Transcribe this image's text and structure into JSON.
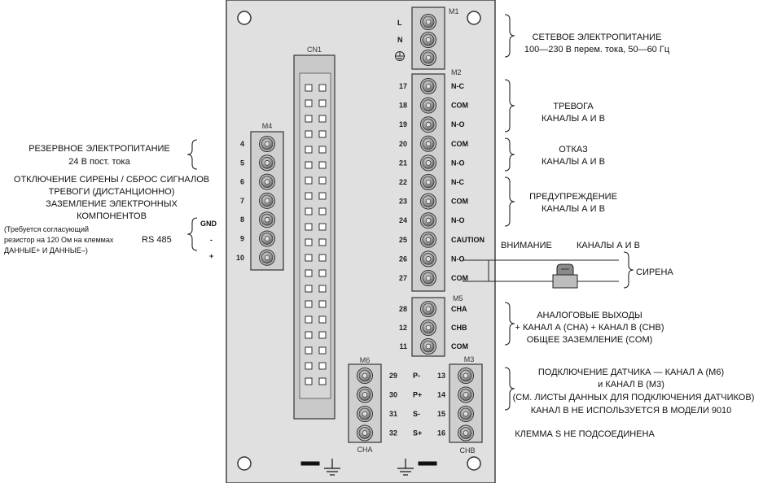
{
  "board": {
    "connectors": {
      "m1": "M1",
      "m2": "M2",
      "m3": "M3",
      "m4": "M4",
      "m5": "M5",
      "m6": "M6",
      "cn1": "CN1",
      "cha": "CHA",
      "chb": "CHB"
    },
    "m1_terminals": [
      "L",
      "N"
    ],
    "m2_terminals": [
      {
        "num": "17",
        "label": "N-C"
      },
      {
        "num": "18",
        "label": "COM"
      },
      {
        "num": "19",
        "label": "N-O"
      },
      {
        "num": "20",
        "label": "COM"
      },
      {
        "num": "21",
        "label": "N-O"
      },
      {
        "num": "22",
        "label": "N-C"
      },
      {
        "num": "23",
        "label": "COM"
      },
      {
        "num": "24",
        "label": "N-O"
      },
      {
        "num": "25",
        "label": "CAUTION"
      },
      {
        "num": "26",
        "label": "N-O"
      },
      {
        "num": "27",
        "label": "COM"
      }
    ],
    "m5_terminals": [
      {
        "num": "28",
        "label": "CHA"
      },
      {
        "num": "12",
        "label": "CHB"
      },
      {
        "num": "11",
        "label": "COM"
      }
    ],
    "m4_numbers": [
      "4",
      "5",
      "6",
      "7",
      "8",
      "9",
      "10"
    ],
    "m4_side_labels": {
      "gnd": "GND",
      "minus": "-",
      "plus": "+"
    },
    "m6_terminals": [
      {
        "num": "29",
        "label": "P-",
        "num_b": "13"
      },
      {
        "num": "30",
        "label": "P+",
        "num_b": "14"
      },
      {
        "num": "31",
        "label": "S-",
        "num_b": "15"
      },
      {
        "num": "32",
        "label": "S+",
        "num_b": "16"
      }
    ]
  },
  "annotations": {
    "power": [
      "СЕТЕВОЕ ЭЛЕКТРОПИТАНИЕ",
      "100—230 В перем. тока, 50—60 Гц"
    ],
    "alarm": [
      "ТРЕВОГА",
      "КАНАЛЫ А И В"
    ],
    "fault": [
      "ОТКАЗ",
      "КАНАЛЫ А И В"
    ],
    "warning": [
      "ПРЕДУПРЕЖДЕНИЕ",
      "КАНАЛЫ А И В"
    ],
    "caution": [
      "ВНИМАНИЕ",
      "КАНАЛЫ А И В"
    ],
    "siren": "СИРЕНА",
    "analog": [
      "АНАЛОГОВЫЕ ВЫХОДЫ",
      "+ КАНАЛ А (CHA) + КАНАЛ В (CHB)",
      "ОБЩЕЕ ЗАЗЕМЛЕНИЕ (COM)"
    ],
    "sensor": [
      "ПОДКЛЮЧЕНИЕ ДАТЧИКА — КАНАЛ А (М6)",
      "и КАНАЛ В (М3)",
      "(СМ. ЛИСТЫ ДАННЫХ ДЛЯ ПОДКЛЮЧЕНИЯ ДАТЧИКОВ)",
      "КАНАЛ В НЕ ИСПОЛЬЗУЕТСЯ В МОДЕЛИ 9010"
    ],
    "s_terminal": "КЛЕММА S НЕ ПОДСОЕДИНЕНА",
    "backup": [
      "РЕЗЕРВНОЕ ЭЛЕКТРОПИТАНИЕ",
      "24 В пост. тока"
    ],
    "silence": [
      "ОТКЛЮЧЕНИЕ СИРЕНЫ / СБРОС СИГНАЛОВ",
      "ТРЕВОГИ (ДИСТАНЦИОННО)"
    ],
    "ground": [
      "ЗАЗЕМЛЕНИЕ ЭЛЕКТРОННЫХ",
      "КОМПОНЕНТОВ"
    ],
    "termination": [
      "(Требуется согласующий",
      "резистор на 120 Ом на клеммах",
      "ДАННЫЕ+ И ДАННЫЕ–)"
    ],
    "rs485": "RS 485"
  }
}
